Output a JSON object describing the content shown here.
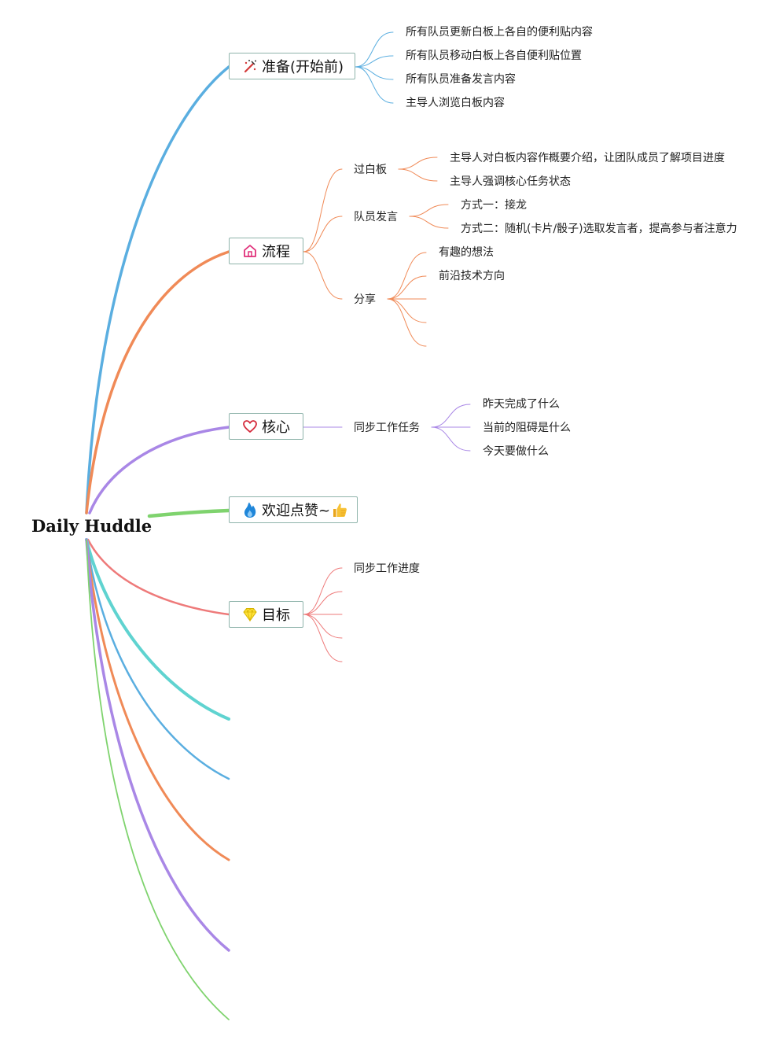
{
  "root": {
    "label": "Daily Huddle"
  },
  "colors": {
    "blue": "#5aaee0",
    "orange": "#f08a57",
    "purple": "#a987e6",
    "green": "#7fd36e",
    "red": "#ee7a7a",
    "teal": "#5fd3d0",
    "node_border": "#8fb4ab"
  },
  "nodes": {
    "prep": {
      "label": "准备(开始前)",
      "icon": "magic-wand-icon",
      "children": [
        "所有队员更新白板上各自的便利贴内容",
        "所有队员移动白板上各自便利贴位置",
        "所有队员准备发言内容",
        "主导人浏览白板内容"
      ]
    },
    "process": {
      "label": "流程",
      "icon": "house-icon",
      "board": {
        "label": "过白板",
        "children": [
          "主导人对白板内容作概要介绍，让团队成员了解项目进度",
          "主导人强调核心任务状态"
        ]
      },
      "speak": {
        "label": "队员发言",
        "children": [
          "方式一：接龙",
          "方式二：随机(卡片/骰子)选取发言者，提高参与者注意力"
        ]
      },
      "share": {
        "label": "分享",
        "children": [
          "有趣的想法",
          "前沿技术方向"
        ]
      }
    },
    "core": {
      "label": "核心",
      "icon": "heart-icon",
      "sync": {
        "label": "同步工作任务",
        "children": [
          "昨天完成了什么",
          "当前的阻碍是什么",
          "今天要做什么"
        ]
      }
    },
    "like": {
      "label": "欢迎点赞~",
      "icon": "fire-icon",
      "suffix_icon": "thumbs-up-icon"
    },
    "goal": {
      "label": "目标",
      "icon": "diamond-icon",
      "children": [
        "同步工作进度"
      ]
    }
  }
}
